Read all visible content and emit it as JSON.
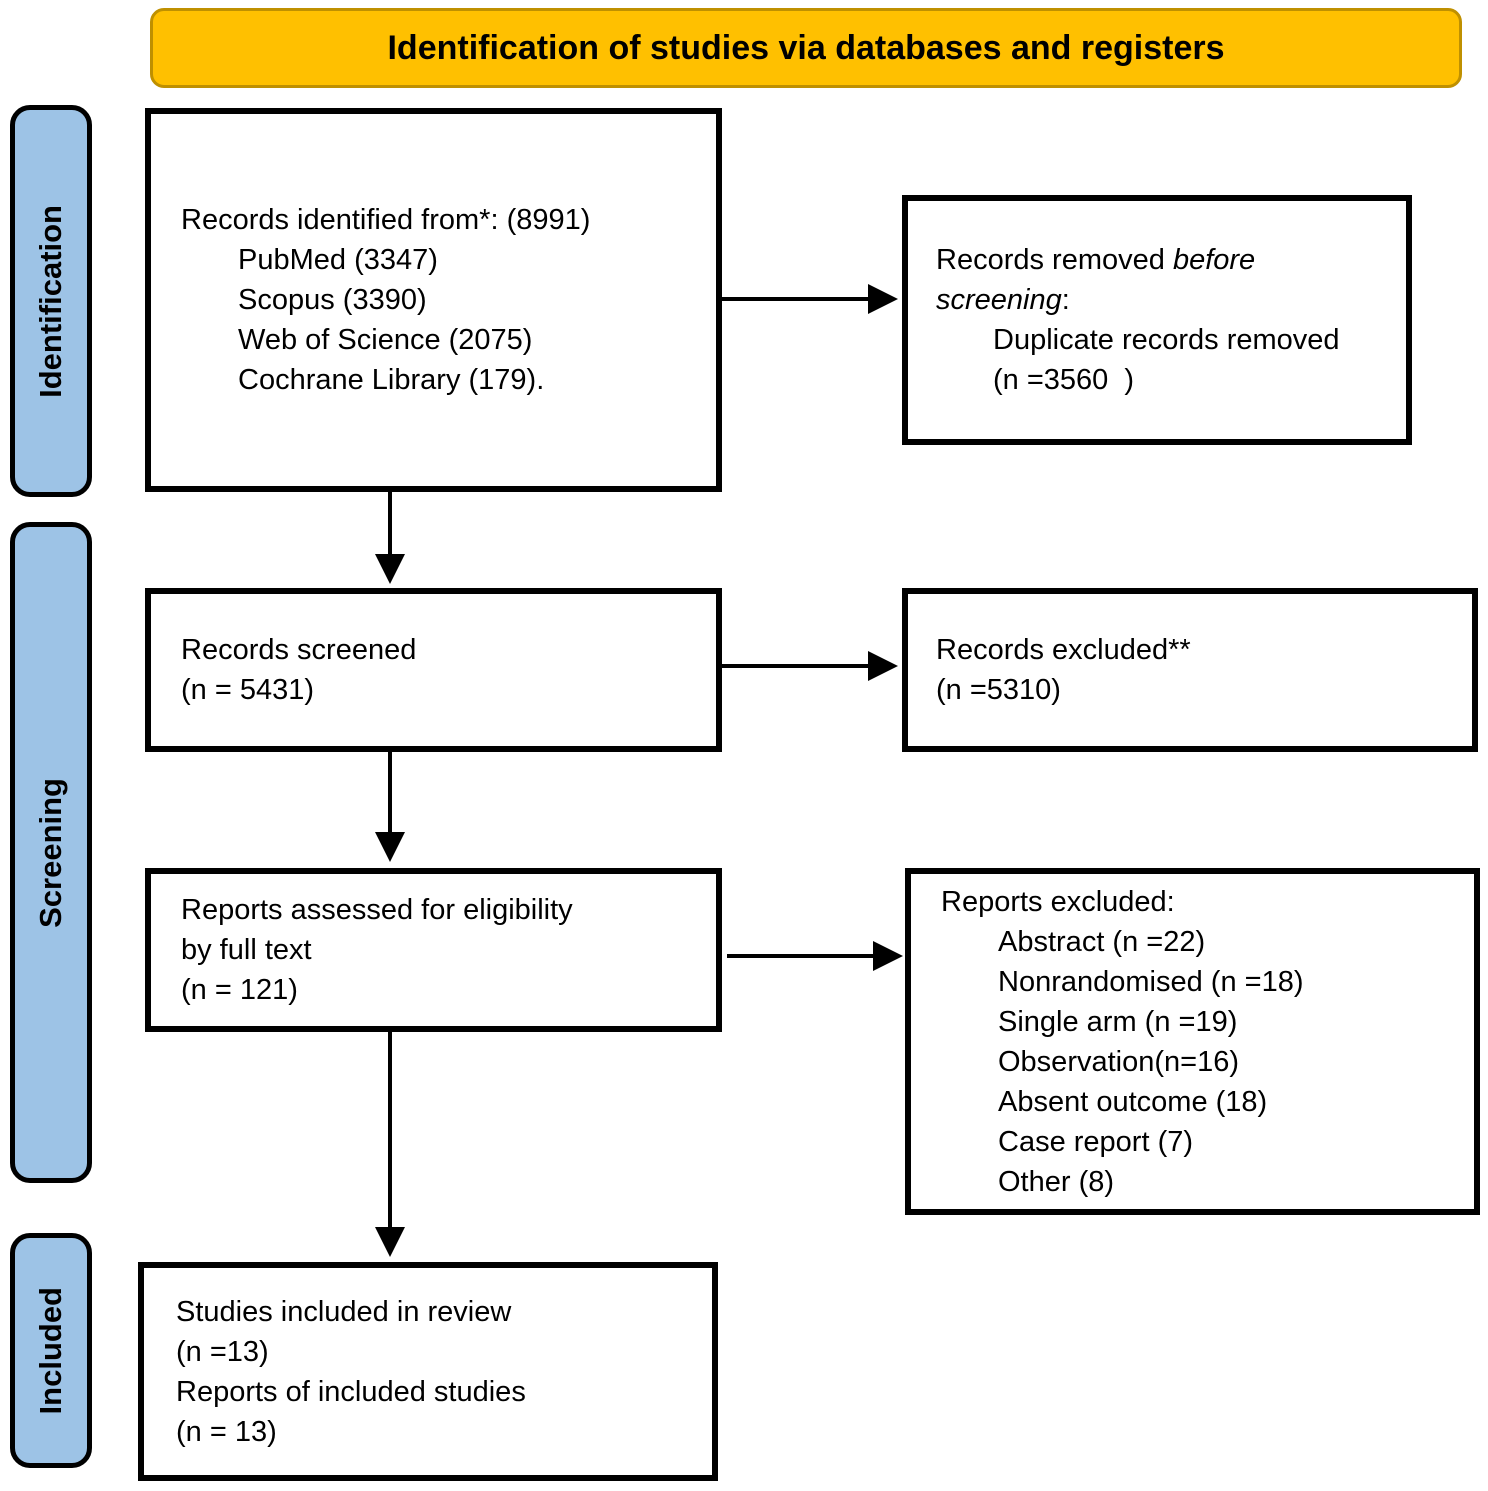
{
  "banner": {
    "title": "Identification of studies via databases and registers"
  },
  "colors": {
    "banner_fill": "#FFC000",
    "banner_border": "#BF9000",
    "stage_fill": "#9DC3E6",
    "box_border": "#000000",
    "text": "#000000"
  },
  "stages": {
    "identification": "Identification",
    "screening": "Screening",
    "included": "Included"
  },
  "boxes": {
    "records_identified": {
      "title": "Records identified from*: (8991)",
      "sources": [
        "PubMed (3347)",
        "Scopus (3390)",
        "Web of Science (2075)",
        "Cochrane Library (179)."
      ]
    },
    "records_removed": {
      "prefix": "Records removed ",
      "italic": "before screening",
      "suffix": ":",
      "detail": "Duplicate records removed (n =3560  )"
    },
    "records_screened": {
      "line1": "Records screened",
      "line2": "(n = 5431)"
    },
    "records_excluded": {
      "line1": "Records excluded**",
      "line2": "(n =5310)"
    },
    "reports_assessed": {
      "line1": "Reports assessed for eligibility",
      "line2": "by full text",
      "line3": "(n = 121)"
    },
    "reports_excluded": {
      "title": "Reports excluded:",
      "reasons": [
        "Abstract (n =22)",
        "Nonrandomised (n =18)",
        "Single arm (n =19)",
        "Observation(n=16)",
        "Absent outcome (18)",
        "Case report (7)",
        "Other (8)"
      ]
    },
    "included_studies": {
      "line1": "Studies included in review",
      "line2": "(n =13)",
      "line3": "Reports of included studies",
      "line4": "(n = 13)"
    }
  }
}
